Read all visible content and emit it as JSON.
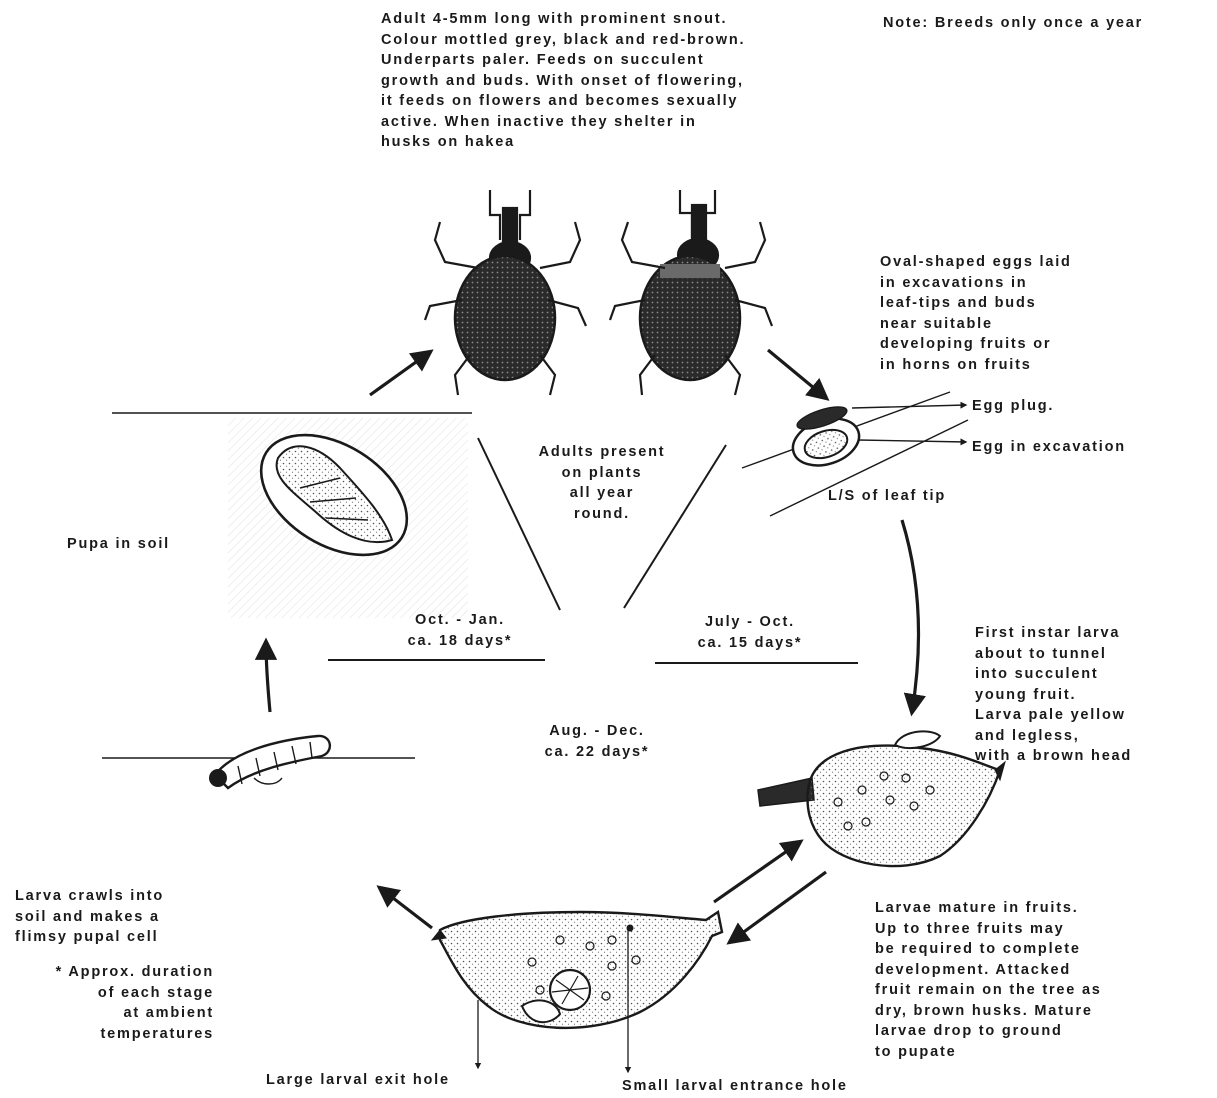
{
  "adult_description": "Adult 4-5mm long with prominent snout.\nColour mottled grey, black and red-brown.\nUnderparts paler. Feeds on succulent\ngrowth and buds. With onset of flowering,\nit feeds on flowers and becomes sexually\nactive. When inactive they shelter in\nhusks on hakea",
  "note": "Note: Breeds only once a year",
  "eggs_description": "Oval-shaped eggs laid\nin excavations in\nleaf-tips and buds\nnear suitable\ndeveloping fruits or\nin horns on fruits",
  "egg_plug_label": "Egg plug.",
  "egg_excavation_label": "Egg in excavation",
  "leaf_tip_label": "L/S of leaf tip",
  "center_text": "Adults present\non plants\nall year\nround.",
  "pupa_label": "Pupa in soil",
  "stage_pupa": "Oct. - Jan.\nca. 18 days*",
  "stage_egg": "July - Oct.\nca. 15 days*",
  "stage_larva": "Aug. - Dec.\nca. 22 days*",
  "first_instar": "First instar larva\nabout to tunnel\ninto succulent\nyoung fruit.\nLarva pale yellow\nand legless,\nwith a brown head",
  "larva_crawls": "Larva crawls into\nsoil and makes a\nflimsy pupal cell",
  "footnote": "* Approx. duration\nof each stage\nat ambient\ntemperatures",
  "larvae_mature": "Larvae mature in fruits.\nUp to three fruits may\nbe required to complete\ndevelopment. Attacked\nfruit remain on the tree as\ndry, brown husks. Mature\nlarvae drop to ground\nto pupate",
  "exit_hole_label": "Large larval exit hole",
  "entrance_hole_label": "Small larval entrance hole",
  "colors": {
    "ink": "#1a1a1a",
    "background": "#ffffff",
    "shade": "#bdbdbd"
  },
  "icons": [
    "weevil-adult-icon",
    "weevil-adult-icon",
    "leaf-tip-egg-icon",
    "pupa-icon",
    "larva-icon",
    "young-fruit-icon",
    "mature-fruit-icon"
  ]
}
